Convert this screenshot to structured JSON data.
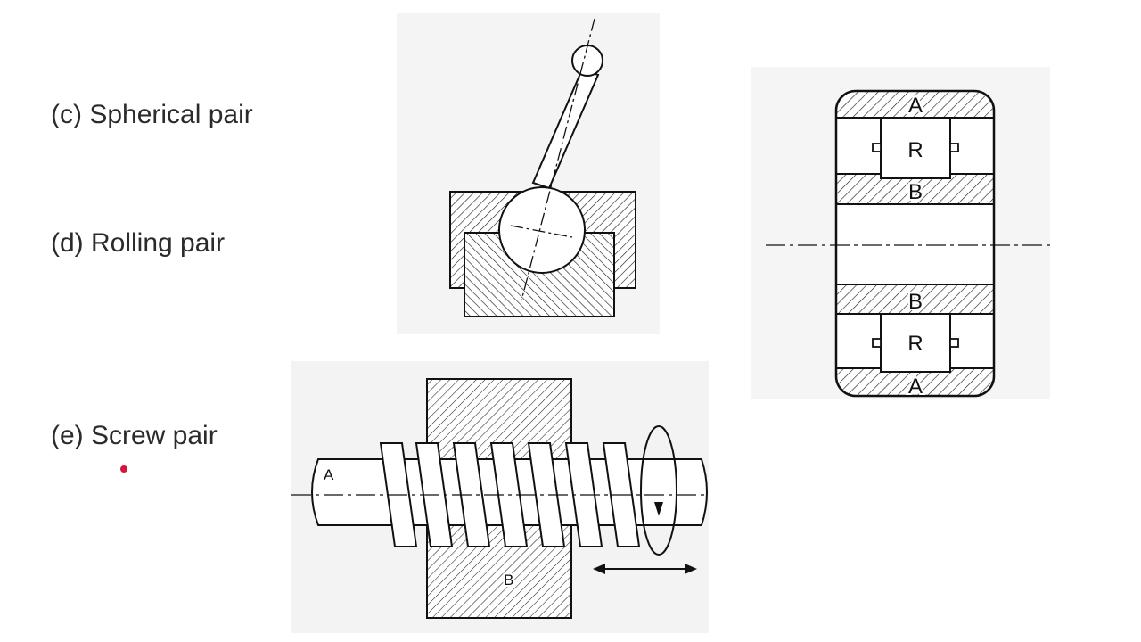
{
  "slide": {
    "labels": {
      "spherical": "(c) Spherical pair",
      "rolling": "(d) Rolling pair",
      "screw": "(e) Screw pair"
    },
    "accent_color": "#d6163a"
  },
  "figures": {
    "rolling": {
      "outer_label": "A",
      "inner_label": "B",
      "roller_label": "R"
    },
    "screw": {
      "shaft_label": "A",
      "nut_label": "B"
    }
  }
}
